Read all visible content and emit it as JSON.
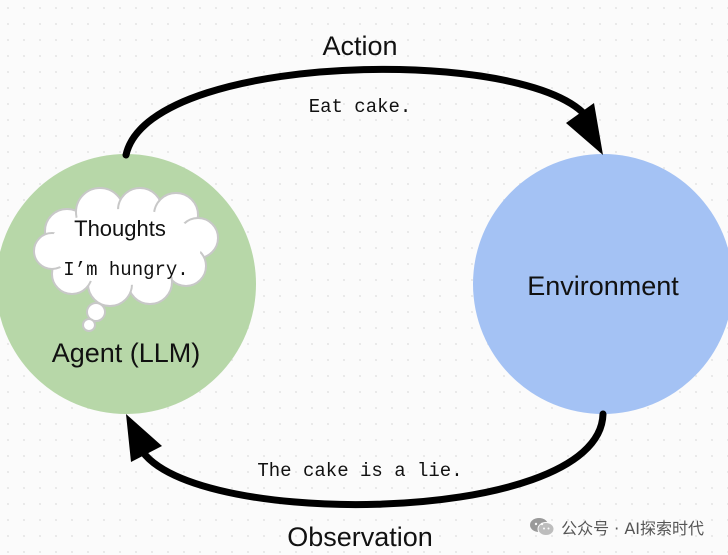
{
  "agent": {
    "label": "Agent (LLM)",
    "fill_color": "#b7d7a8"
  },
  "thoughts": {
    "title": "Thoughts",
    "content": "I’m hungry."
  },
  "environment": {
    "label": "Environment",
    "fill_color": "#a4c2f4"
  },
  "action": {
    "label": "Action",
    "content": "Eat cake."
  },
  "observation": {
    "label": "Observation",
    "content": "The cake is a lie."
  },
  "watermark": {
    "text": "公众号 · AI探索时代",
    "icon": "wechat-icon"
  }
}
